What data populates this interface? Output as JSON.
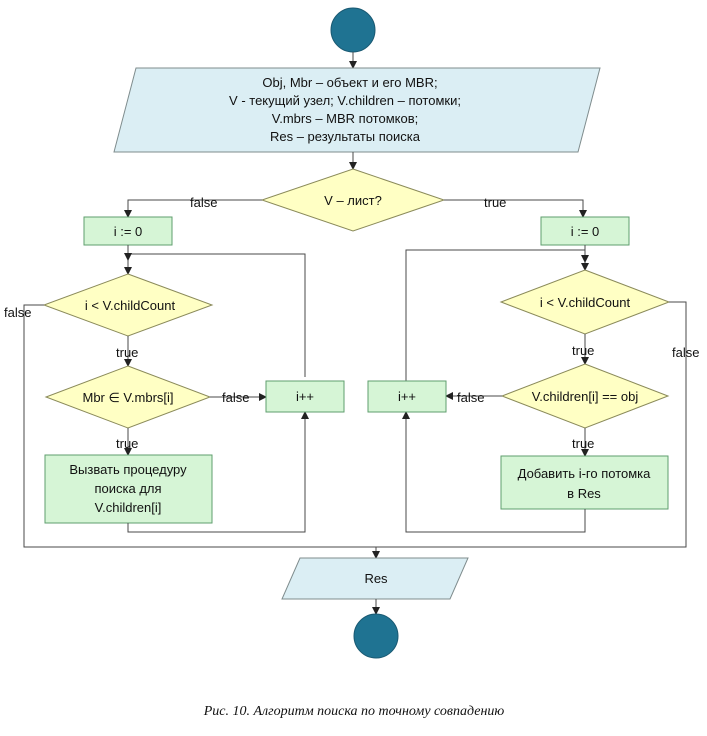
{
  "input_block": {
    "lines": [
      "Obj, Mbr – объект и его MBR;",
      "V - текущий узел; V.children – потомки;",
      "V.mbrs – MBR потомков;",
      "Res – результаты поиска"
    ]
  },
  "decision_leaf": "V – лист?",
  "left": {
    "init": "i := 0",
    "loop_cond": "i < V.childCount",
    "check": "Mbr ∈ V.mbrs[i]",
    "action": [
      "Вызвать процедуру",
      "поиска для",
      "V.children[i]"
    ],
    "increment": "i++"
  },
  "right": {
    "init": "i := 0",
    "loop_cond": "i < V.childCount",
    "check": "V.children[i] == obj",
    "action": [
      "Добавить i-го потомка",
      "в Res"
    ],
    "increment": "i++"
  },
  "edge_labels": {
    "false": "false",
    "true": "true"
  },
  "output_block": "Res",
  "caption": "Рис. 10. Алгоритм поиска по точному совпадению",
  "colors": {
    "terminal": "#1f7392",
    "io": "#dbeef4",
    "decision": "#ffffc4",
    "process": "#d6f5d6"
  }
}
